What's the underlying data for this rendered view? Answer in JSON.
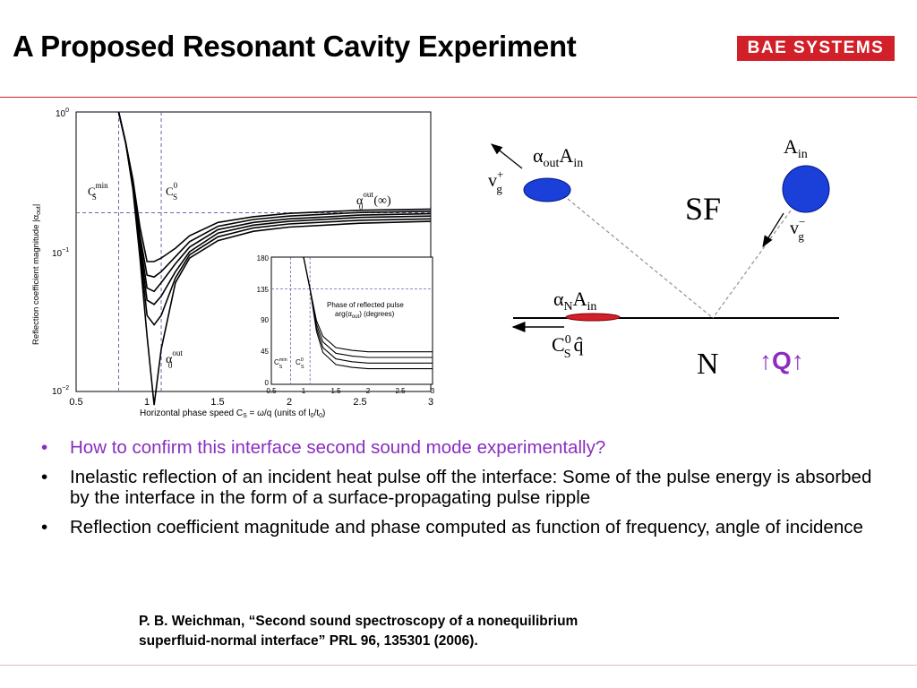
{
  "slide": {
    "title": "A Proposed Resonant Cavity Experiment",
    "logo_text": "BAE SYSTEMS",
    "colors": {
      "brand_red": "#d2202a",
      "bullet_purple": "#8a2ec0",
      "ball_blue": "#1b3fd9"
    }
  },
  "plot": {
    "ytick_labels": [
      {
        "base": "10",
        "exp": "0"
      },
      {
        "base": "10",
        "exp": "−1"
      },
      {
        "base": "10",
        "exp": "−2"
      }
    ],
    "xtick_labels": [
      "0.5",
      "1",
      "1.5",
      "2",
      "2.5",
      "3"
    ],
    "ylabel_pre": "Reflection coefficient magnitude |α",
    "ylabel_sub": "out",
    "ylabel_post": "|",
    "xlabel_pre": "Horizontal phase speed C",
    "xlabel_sub1": "S",
    "xlabel_mid": " = ω/q (units of l",
    "xlabel_sub2": "0",
    "xlabel_slash": "/t",
    "xlabel_sub3": "0",
    "xlabel_post": ")",
    "label_csmin_base": "C",
    "label_csmin_sub": "S",
    "label_csmin_sup": "min",
    "label_cs0_base": "C",
    "label_cs0_sub": "S",
    "label_cs0_sup": "0",
    "label_alpha_inf_base": "α",
    "label_alpha_inf_sub": "0",
    "label_alpha_inf_sup": "out",
    "label_alpha_inf_arg": "(∞)",
    "label_alpha0_base": "α",
    "label_alpha0_sub": "0",
    "label_alpha0_sup": "out",
    "inset": {
      "ytick_labels": [
        "180",
        "135",
        "90",
        "45",
        "0"
      ],
      "xtick_labels": [
        "0.5",
        "1",
        "1.5",
        "2",
        "2.5",
        "3"
      ],
      "phase_title": "Phase of reflected pulse",
      "phase_sub_pre": "arg(α",
      "phase_sub_sub": "out",
      "phase_sub_post": ") (degrees)",
      "label_csmin_base": "C",
      "label_csmin_sub": "S",
      "label_csmin_sup": "min",
      "label_cs0_base": "C",
      "label_cs0_sub": "S",
      "label_cs0_sup": "0"
    }
  },
  "chart_data": {
    "type": "line",
    "main": {
      "x": [
        0.8,
        0.85,
        0.9,
        0.95,
        1.0,
        1.05,
        1.1,
        1.2,
        1.3,
        1.5,
        1.75,
        2.0,
        2.5,
        3.0
      ],
      "y_scale": "log",
      "xlim": [
        0.5,
        3.0
      ],
      "ylim": [
        0.01,
        1.0
      ],
      "series": [
        {
          "values": [
            1.0,
            0.6,
            0.28,
            0.09,
            0.025,
            0.008,
            0.02,
            0.06,
            0.09,
            0.12,
            0.14,
            0.15,
            0.16,
            0.165
          ]
        },
        {
          "values": [
            1.0,
            0.6,
            0.29,
            0.1,
            0.035,
            0.03,
            0.035,
            0.065,
            0.095,
            0.128,
            0.148,
            0.158,
            0.168,
            0.172
          ]
        },
        {
          "values": [
            1.0,
            0.6,
            0.3,
            0.11,
            0.045,
            0.042,
            0.048,
            0.072,
            0.1,
            0.136,
            0.155,
            0.165,
            0.176,
            0.18
          ]
        },
        {
          "values": [
            1.0,
            0.6,
            0.31,
            0.12,
            0.055,
            0.052,
            0.06,
            0.082,
            0.108,
            0.144,
            0.162,
            0.172,
            0.183,
            0.187
          ]
        },
        {
          "values": [
            1.0,
            0.6,
            0.32,
            0.13,
            0.068,
            0.066,
            0.072,
            0.092,
            0.118,
            0.152,
            0.17,
            0.18,
            0.191,
            0.195
          ]
        },
        {
          "values": [
            1.0,
            0.6,
            0.33,
            0.15,
            0.085,
            0.085,
            0.09,
            0.106,
            0.13,
            0.162,
            0.178,
            0.188,
            0.198,
            0.202
          ]
        }
      ],
      "reference_lines": {
        "x": [
          0.8,
          1.1
        ],
        "y": [
          0.19
        ]
      }
    },
    "inset": {
      "x": [
        0.5,
        0.8,
        1.0,
        1.1,
        1.2,
        1.3,
        1.5,
        1.75,
        2.0,
        2.5,
        3.0
      ],
      "xlim": [
        0.5,
        3.0
      ],
      "ylim": [
        0,
        180
      ],
      "series": [
        {
          "values": [
            180,
            180,
            180,
            135,
            75,
            45,
            28,
            24,
            22,
            22,
            22
          ]
        },
        {
          "values": [
            180,
            180,
            180,
            135,
            80,
            52,
            36,
            32,
            30,
            30,
            30
          ]
        },
        {
          "values": [
            180,
            180,
            180,
            135,
            85,
            60,
            44,
            40,
            38,
            38,
            38
          ]
        },
        {
          "values": [
            180,
            180,
            180,
            135,
            90,
            68,
            52,
            48,
            46,
            46,
            46
          ]
        }
      ],
      "reference_lines": {
        "x": [
          0.8,
          1.1
        ],
        "y": [
          135
        ]
      }
    }
  },
  "diagram": {
    "label_alpha_out": "α",
    "label_alpha_out_sub": "out",
    "label_A_in_top": "A",
    "label_A_in_top_sub": "in",
    "label_vg_plus": "v",
    "label_vg_plus_sub": "g",
    "label_vg_plus_sup": "+",
    "label_A_in_right": "A",
    "label_A_in_right_sub": "in",
    "label_vg_minus": "v",
    "label_vg_minus_sub": "g",
    "label_vg_minus_sup": "−",
    "label_sf": "SF",
    "label_alpha_n": "α",
    "label_alpha_n_sub": "N",
    "label_alpha_n_a": "A",
    "label_alpha_n_a_sub": "in",
    "label_cs0": "C",
    "label_cs0_sub": "S",
    "label_cs0_sup": "0",
    "label_qhat": "q̂",
    "label_n": "N",
    "label_q_heat": "Q",
    "arrow_glyph": "↑"
  },
  "bullets": [
    "How to confirm this interface second sound mode experimentally?",
    "Inelastic reflection of an incident heat pulse off the interface:  Some of the pulse energy is absorbed by the interface in the form of a surface-propagating pulse ripple",
    "Reflection coefficient magnitude and phase computed as function of frequency, angle of incidence"
  ],
  "bullet_glyph": "•",
  "reference": {
    "line1": "P. B. Weichman, “Second sound spectroscopy of a nonequilibrium",
    "line2": "superfluid-normal interface” PRL 96, 135301 (2006)."
  }
}
